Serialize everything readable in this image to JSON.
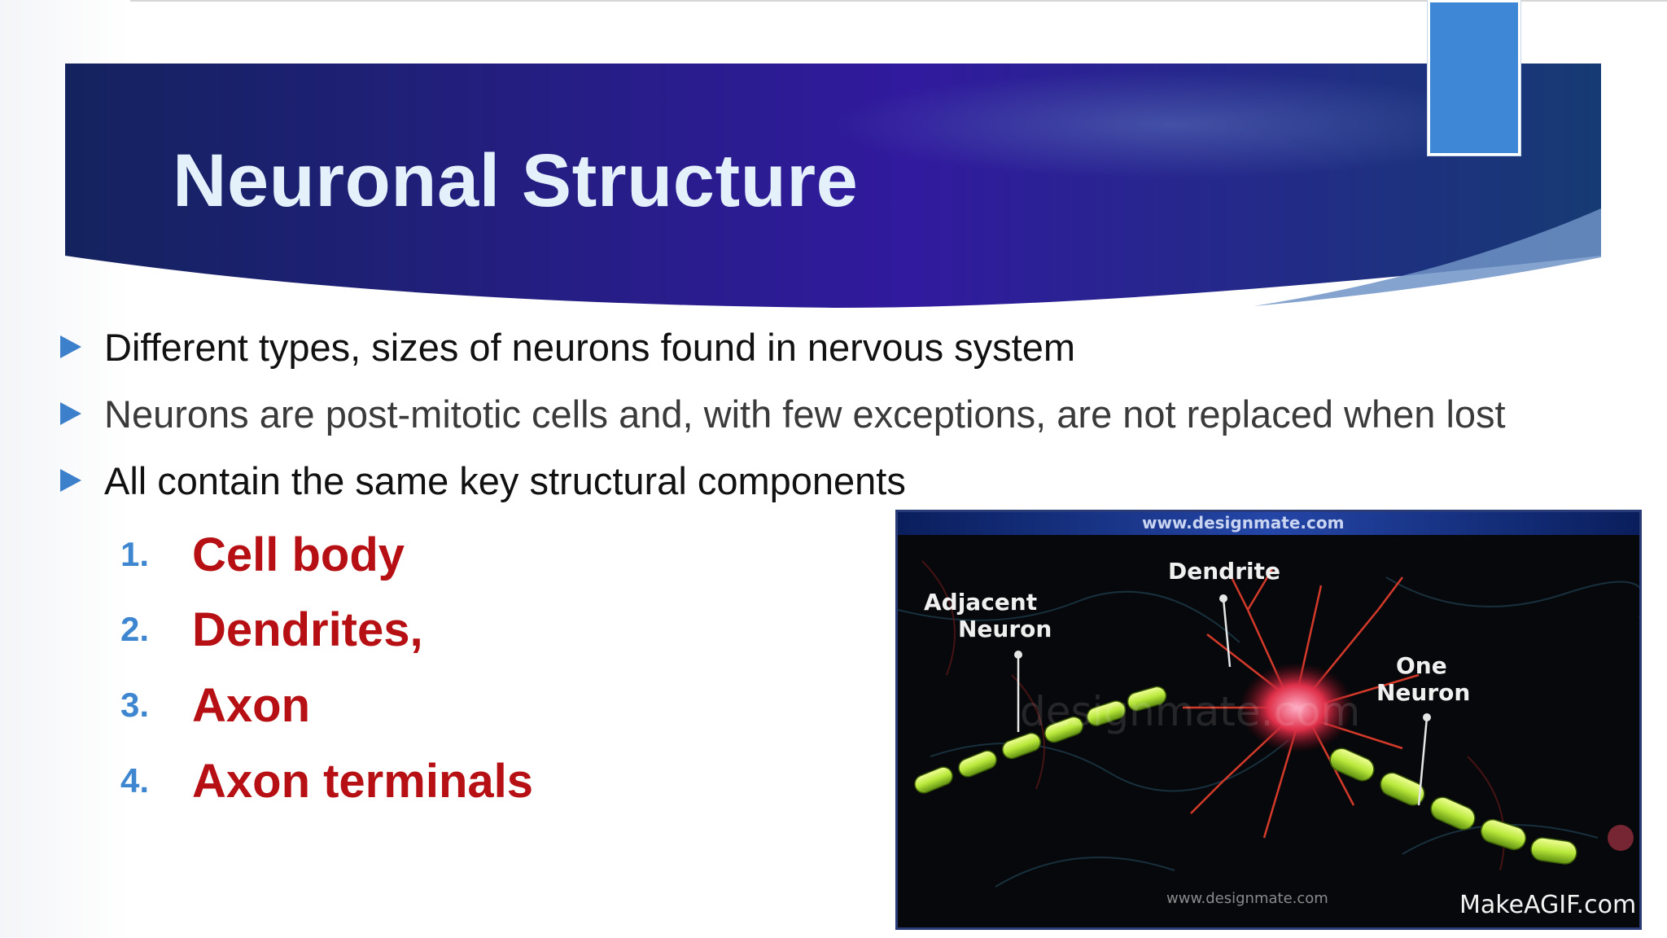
{
  "slide": {
    "title": "Neuronal Structure",
    "colors": {
      "banner_start": "#14235e",
      "banner_mid": "#311a9e",
      "banner_end": "#163a73",
      "accent": "#3d87d6",
      "title_text": "#e4f1fb",
      "bullet_marker": "#3c7fcb",
      "list_number": "#3e86cf",
      "list_label": "#b60f14"
    },
    "bullets": [
      {
        "text": "Different types, sizes of neurons found in nervous system"
      },
      {
        "text": "Neurons are post-mitotic cells and, with few exceptions, are not replaced when lost"
      },
      {
        "text": "All contain the same key structural components"
      }
    ],
    "components": [
      {
        "number": "1.",
        "label": "Cell body"
      },
      {
        "number": "2.",
        "label": "Dendrites,"
      },
      {
        "number": "3.",
        "label": "Axon"
      },
      {
        "number": "4.",
        "label": "Axon terminals"
      }
    ],
    "image": {
      "watermark_top": "www.designmate.com",
      "watermark_bottom": "www.designmate.com",
      "watermark_center": "designmate.com",
      "credit": "MakeAGIF.com",
      "labels": {
        "adjacent_line1": "Adjacent",
        "adjacent_line2": "Neuron",
        "dendrite": "Dendrite",
        "one_line1": "One",
        "one_line2": "Neuron"
      }
    }
  }
}
